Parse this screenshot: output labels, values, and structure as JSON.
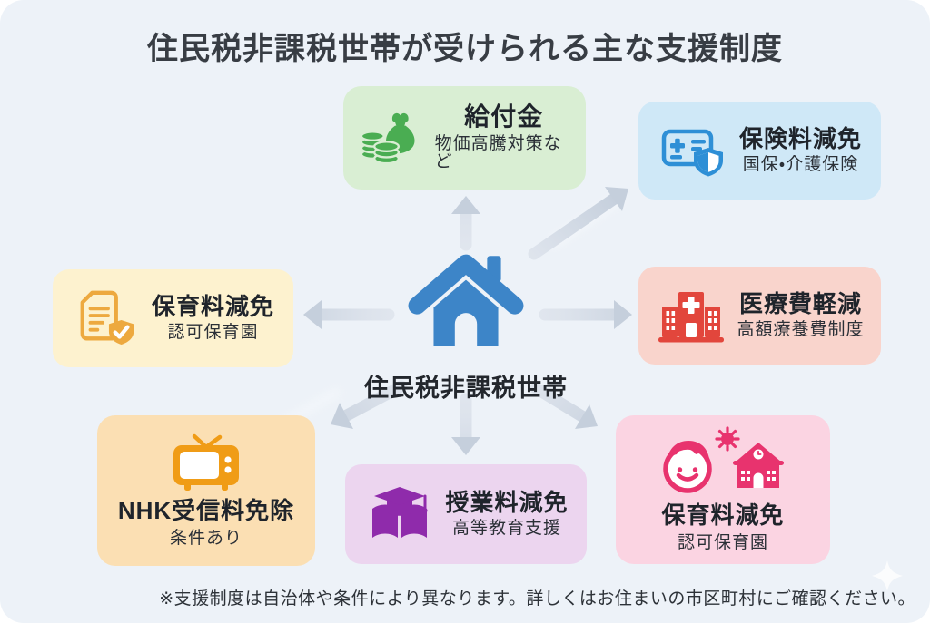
{
  "page": {
    "title": "住民税非課税世帯が受けられる主な支援制度",
    "footnote": "※支援制度は自治体や条件により異なります。詳しくはお住まいの市区町村にご確認ください。",
    "background_color": "#edf2f8",
    "arrow_color": "#c5cfdc"
  },
  "center": {
    "label": "住民税非課税世帯",
    "icon": "house-icon",
    "icon_color": "#3d85c8"
  },
  "boxes": [
    {
      "name": "kyufukin",
      "title": "給付金",
      "subtitle": "物価高騰対策など",
      "icon": "money-bag-coins-icon",
      "bg_color": "#d9eed3",
      "icon_color": "#4aad52"
    },
    {
      "name": "hokenryo-genmen",
      "title": "保険料減免",
      "subtitle": "国保・介護保険",
      "icon": "insurance-card-shield-icon",
      "bg_color": "#cfe8f7",
      "icon_color": "#2e8fd6"
    },
    {
      "name": "hoikuryo-genmen-left",
      "title": "保育料減免",
      "subtitle": "認可保育園",
      "icon": "document-shield-check-icon",
      "bg_color": "#fdf2cf",
      "icon_color": "#eda93f"
    },
    {
      "name": "iryohi-keigen",
      "title": "医療費軽減",
      "subtitle": "高額療養費制度",
      "icon": "hospital-icon",
      "bg_color": "#f9d4cc",
      "icon_color": "#e2463c"
    },
    {
      "name": "nhk-jushinryo-menjo",
      "title": "NHK受信料免除",
      "subtitle": "条件あり",
      "icon": "tv-icon",
      "bg_color": "#fbdfb3",
      "icon_color": "#f09c16"
    },
    {
      "name": "jugyoryo-genmen",
      "title": "授業料減免",
      "subtitle": "高等教育支援",
      "icon": "graduation-cap-book-icon",
      "bg_color": "#ecd5ef",
      "icon_color": "#8f2bab"
    },
    {
      "name": "hoikuryo-genmen-right",
      "title": "保育料減免",
      "subtitle": "認可保育園",
      "icon": "child-sun-school-icon",
      "bg_color": "#fbd4e2",
      "icon_color": "#e8336e"
    }
  ]
}
